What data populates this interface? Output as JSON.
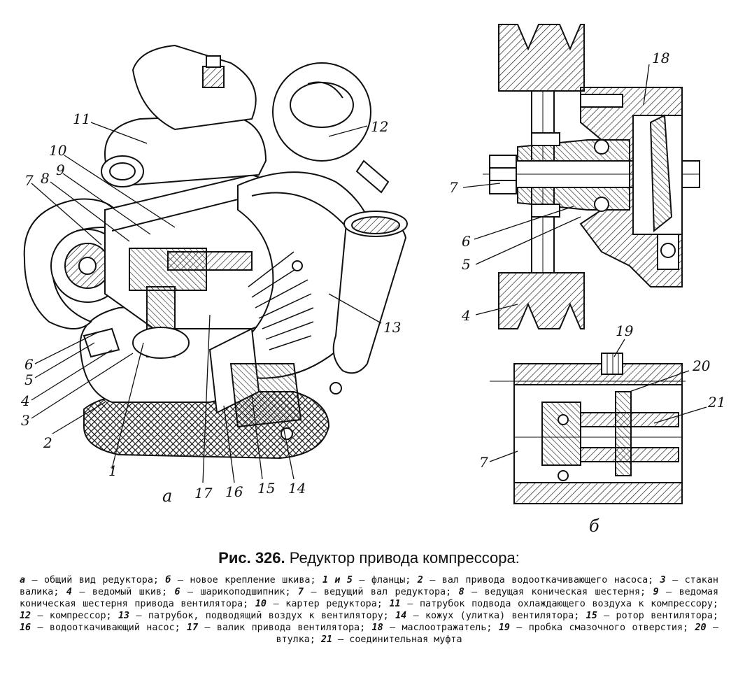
{
  "figure": {
    "view_a_label": "а",
    "view_b_label": "б",
    "callouts_a": [
      "1",
      "2",
      "3",
      "4",
      "5",
      "6",
      "7",
      "8",
      "9",
      "10",
      "11",
      "12",
      "13",
      "14",
      "15",
      "16",
      "17"
    ],
    "callouts_b_top": [
      "4",
      "5",
      "6",
      "7",
      "18"
    ],
    "callouts_b_bottom": [
      "7",
      "19",
      "20",
      "21"
    ]
  },
  "caption": {
    "fig_number": "Рис. 326.",
    "title": "Редуктор привода компрессора:",
    "legend": [
      {
        "key": "а",
        "text": "общий вид редуктора;"
      },
      {
        "key": "б",
        "text": "новое крепление шкива;"
      },
      {
        "key": "1 и 5",
        "text": "фланцы;"
      },
      {
        "key": "2",
        "text": "вал привода водооткачивающего насоса;"
      },
      {
        "key": "3",
        "text": "стакан валика;"
      },
      {
        "key": "4",
        "text": "ведомый шкив;"
      },
      {
        "key": "6",
        "text": "шарикоподшипник;"
      },
      {
        "key": "7",
        "text": "ведущий вал редуктора;"
      },
      {
        "key": "8",
        "text": "ведущая коническая шестерня;"
      },
      {
        "key": "9",
        "text": "ведомая коническая шестерня привода вентилятора;"
      },
      {
        "key": "10",
        "text": "картер редуктора;"
      },
      {
        "key": "11",
        "text": "патрубок подвода охлаждающего воздуха к компрессору;"
      },
      {
        "key": "12",
        "text": "компрессор;"
      },
      {
        "key": "13",
        "text": "патрубок, подводящий воздух к вентилятору;"
      },
      {
        "key": "14",
        "text": "кожух (улитка) вентилятора;"
      },
      {
        "key": "15",
        "text": "ротор вентилятора;"
      },
      {
        "key": "16",
        "text": "водооткачивающий насос;"
      },
      {
        "key": "17",
        "text": "валик привода вентилятора;"
      },
      {
        "key": "18",
        "text": "маслоотражатель;"
      },
      {
        "key": "19",
        "text": "пробка смазочного отверстия;"
      },
      {
        "key": "20",
        "text": "втулка;"
      },
      {
        "key": "21",
        "text": "соединительная муфта"
      }
    ]
  }
}
